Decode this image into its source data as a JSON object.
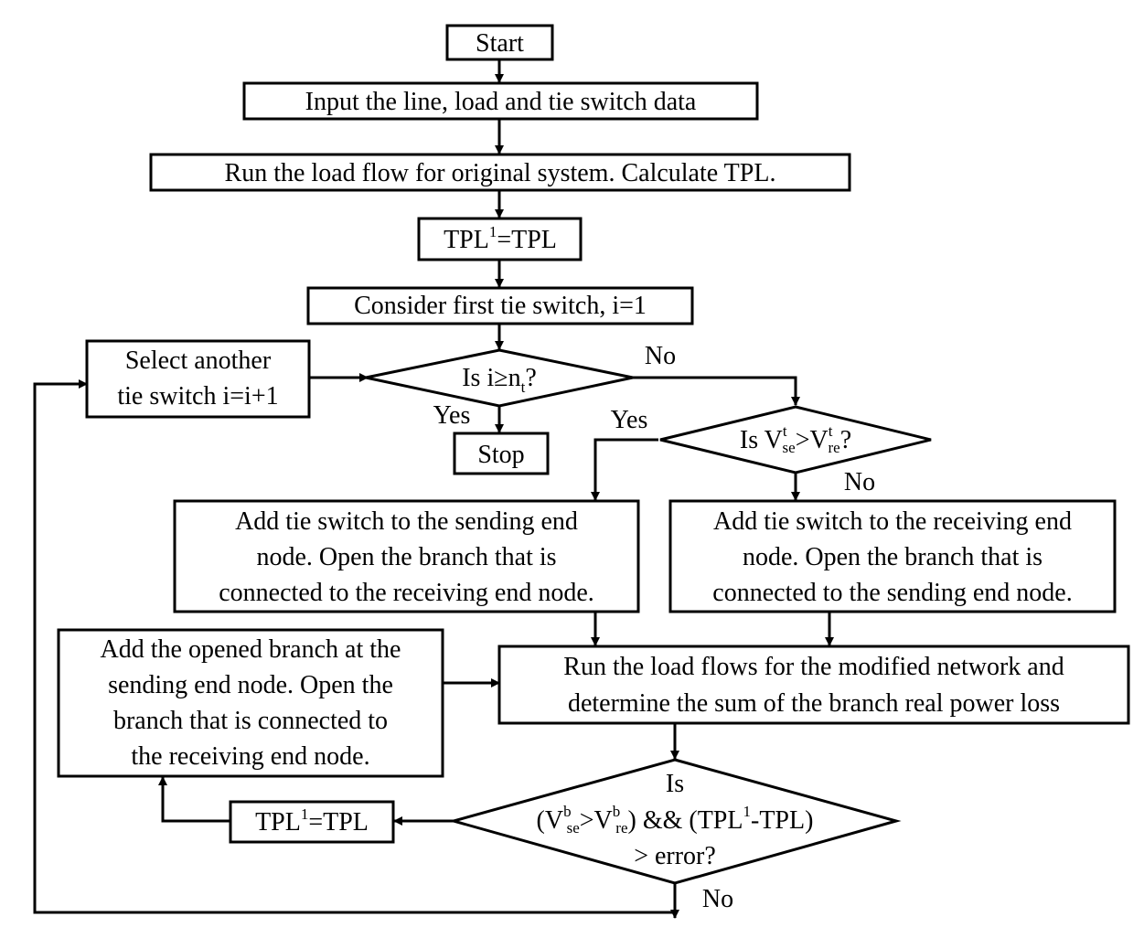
{
  "diagram": {
    "start": "Start",
    "input": "Input the line, load and tie switch data",
    "run_original": "Run the load flow for original system. Calculate TPL.",
    "tpl_assign_top": {
      "lhs": "TPL",
      "sup": "1",
      "rhs": "=TPL"
    },
    "first_tie": "Consider first tie switch, i=1",
    "select_another": {
      "line1": "Select another",
      "line2": "tie switch i=i+1"
    },
    "decision_i": {
      "pre": "Is i≥n",
      "sub": "t",
      "post": "?"
    },
    "no_label_1": "No",
    "yes_label_1": "Yes",
    "stop": "Stop",
    "yes_label_2": "Yes",
    "decision_v": {
      "pre": "Is V",
      "sup1": "t",
      "sub1": "se",
      "mid": ">V",
      "sup2": "t",
      "sub2": "re",
      "post": "?"
    },
    "no_label_2": "No",
    "sending_box": {
      "line1": "Add tie switch to the sending end",
      "line2": "node. Open the branch that is",
      "line3": "connected to the receiving end node."
    },
    "receiving_box": {
      "line1": "Add tie switch to the receiving end",
      "line2": "node. Open the branch that is",
      "line3": "connected to the sending end node."
    },
    "run_modified": {
      "line1": "Run the load flows for the modified network and",
      "line2": "determine the sum of the branch real power loss"
    },
    "opened_branch_box": {
      "line1": "Add the opened branch at the",
      "line2": "sending end node. Open the",
      "line3": "branch that is connected to",
      "line4": "the receiving end node."
    },
    "decision_final": {
      "line1": "Is",
      "l2_open": "(V",
      "l2_sup1": "b",
      "l2_sub1": "se",
      "l2_gt": ">V",
      "l2_sup2": "b",
      "l2_sub2": "re",
      "l2_mid": ") && (TPL",
      "l2_sup3": "1",
      "l2_end": "-TPL)",
      "line3": "> error?"
    },
    "tpl_assign_bottom": {
      "lhs": "TPL",
      "sup": "1",
      "rhs": "=TPL"
    },
    "no_label_3": "No"
  }
}
